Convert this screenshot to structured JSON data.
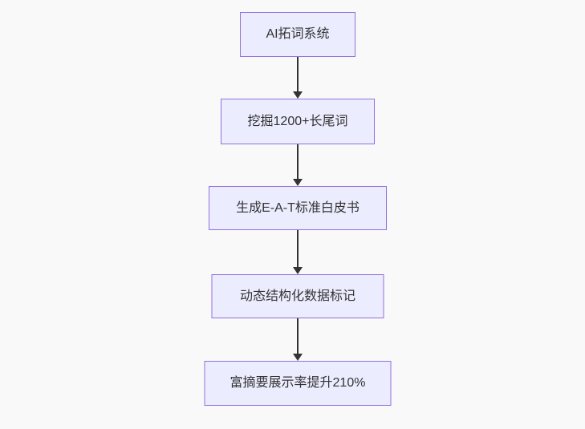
{
  "flowchart": {
    "type": "flowchart",
    "direction": "top-down",
    "colors": {
      "background": "#f9f9f9",
      "node_fill": "#ECECFF",
      "node_border": "#9370DB",
      "text": "#333333",
      "arrow": "#333333"
    },
    "nodes": [
      {
        "label": "AI拓词系统"
      },
      {
        "label": "挖掘1200+长尾词"
      },
      {
        "label": "生成E-A-T标准白皮书"
      },
      {
        "label": "动态结构化数据标记"
      },
      {
        "label": "富摘要展示率提升210%"
      }
    ],
    "edges": [
      {
        "from": "AI拓词系统",
        "to": "挖掘1200+长尾词"
      },
      {
        "from": "挖掘1200+长尾词",
        "to": "生成E-A-T标准白皮书"
      },
      {
        "from": "生成E-A-T标准白皮书",
        "to": "动态结构化数据标记"
      },
      {
        "from": "动态结构化数据标记",
        "to": "富摘要展示率提升210%"
      }
    ]
  }
}
